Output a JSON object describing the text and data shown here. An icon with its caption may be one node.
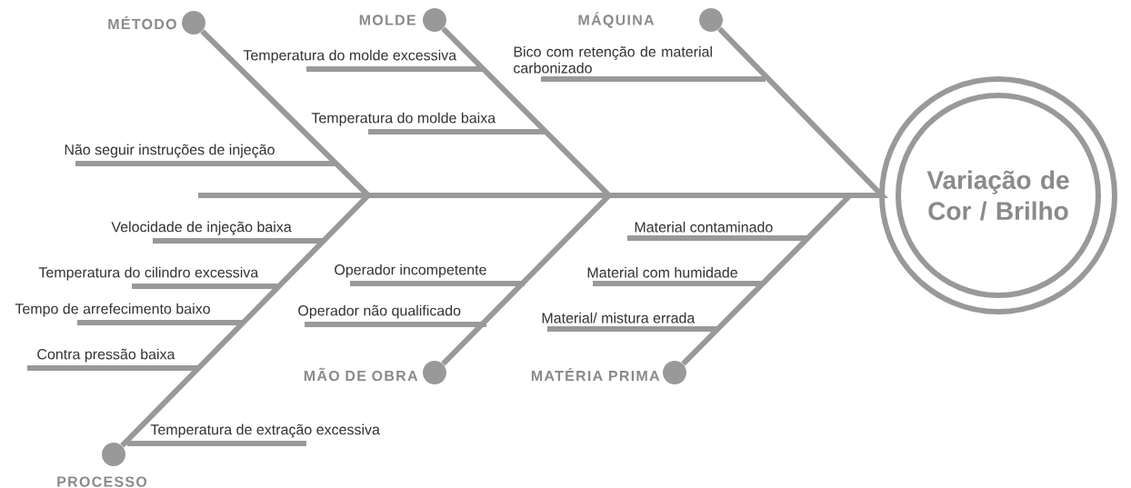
{
  "diagram": {
    "nodes": [
      {
        "text": [
          "Variação de Cor / Brilho"
        ]
      },
      {
        "text": [
          "MÉTODO"
        ]
      },
      {
        "text": [
          "MOLDE"
        ]
      },
      {
        "text": [
          "MÁQUINA"
        ]
      },
      {
        "text": [
          "PROCESSO"
        ]
      },
      {
        "text": [
          "MÃO DE OBRA"
        ]
      },
      {
        "text": [
          "MATÉRIA PRIMA"
        ]
      }
    ],
    "edges": [
      {
        "from": 1,
        "to": 0,
        "arrow": "none"
      },
      {
        "from": 2,
        "to": 0,
        "arrow": "none"
      },
      {
        "from": 3,
        "to": 0,
        "arrow": "none"
      },
      {
        "from": 4,
        "to": 0,
        "arrow": "none"
      },
      {
        "from": 5,
        "to": 0,
        "arrow": "none"
      },
      {
        "from": 6,
        "to": 0,
        "arrow": "none"
      }
    ],
    "labels": [
      "Temperatura do molde excessiva",
      "Bico com retenção de material carbonizado",
      "Temperatura do molde baixa",
      "Não seguir instruções de injeção",
      "Velocidade de injeção baixa",
      "Material contaminado",
      "Temperatura do cilindro excessiva",
      "Operador incompetente",
      "Material com humidade",
      "Tempo de arrefecimento baixo",
      "Operador não qualificado",
      "Material/ mistura errada",
      "Contra pressão baixa",
      "Temperatura de extração excessiva"
    ]
  }
}
